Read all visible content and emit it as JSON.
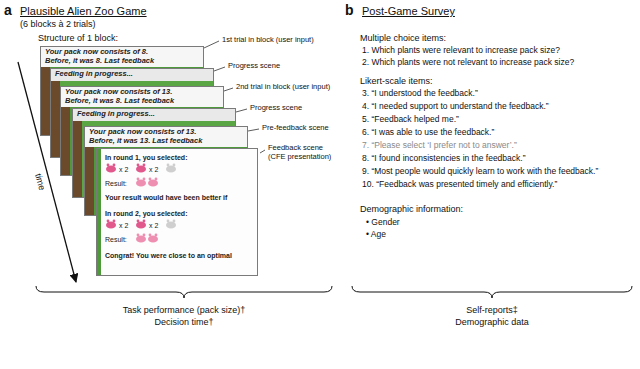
{
  "diagram": {
    "nodes": [
      {
        "text": [
          "Your pack now consists of 8.",
          "Before, it was 8. Last feedback"
        ]
      },
      {
        "text": [
          "Feeding in progress..."
        ]
      },
      {
        "text": [
          "Your pack now consists of 13.",
          "Before, it was 8. Last feedback"
        ]
      },
      {
        "text": [
          "Feeding in progress..."
        ]
      },
      {
        "text": [
          "Your pack now consists of 13.",
          "Before, it was 13. Last feedback"
        ]
      },
      {
        "text": [
          "In round 1, you selected:",
          "x 2",
          "x 2",
          "Result:",
          "Your result would have been better if",
          "In round 2, you selected:",
          "x 2",
          "x 2",
          "Result:",
          "Congrat! You were close to an optimal"
        ]
      }
    ],
    "labels": [
      "a",
      "Plausible Alien Zoo Game",
      "(6 blocks à 2 trials)",
      "Structure of 1 block:",
      "1st trial in block (user input)",
      "Progress scene",
      "2nd trial in block (user input)",
      "Progress scene",
      "Pre-feedback scene",
      "Feedback scene",
      "(CFE presentation)",
      "time",
      "Task performance (pack size)†",
      "Decision time†",
      "b",
      "Post-Game Survey",
      "Multiple choice items:",
      "1. Which plants were relevant to increase pack size?",
      "2. Which plants were not relevant to increase pack size?",
      "Likert-scale items:",
      "3. “I understood the feedback.”",
      "4. “I needed support to understand the feedback.”",
      "5. “Feedback helped me.”",
      "6. “I was able to use the feedback.”",
      "7. “Please select ‘I prefer not to answer’.”",
      "8. “I found inconsistencies in the feedback.”",
      "9. “Most people would quickly learn to work with the feedback.”",
      "10. “Feedback was presented timely and efficiently.”",
      "Demographic information:",
      "• Gender",
      "• Age",
      "Self-reports‡",
      "Demographic data"
    ]
  }
}
